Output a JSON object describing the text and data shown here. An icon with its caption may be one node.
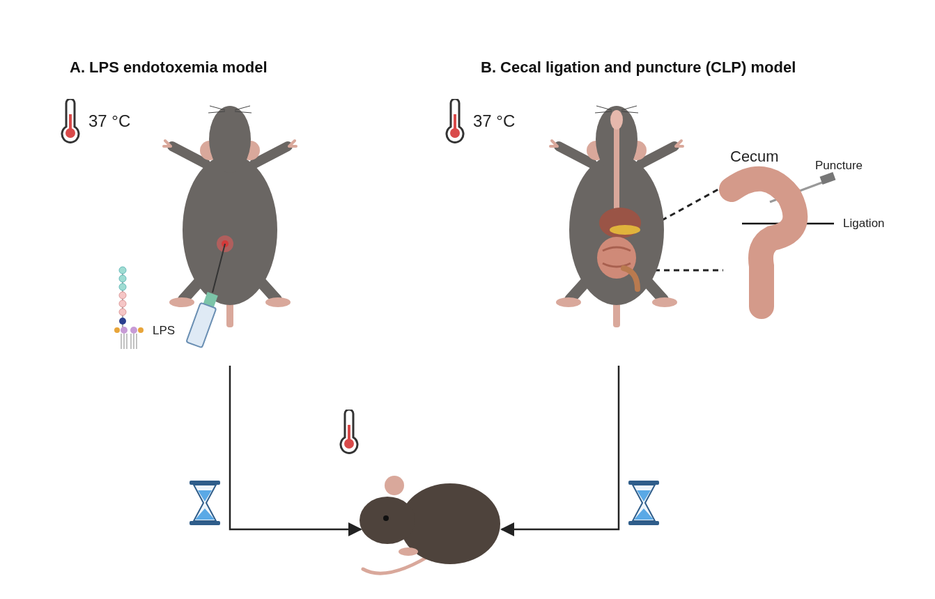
{
  "diagram": {
    "nodes": [
      {
        "text": [],
        "shape": "picture"
      },
      {
        "text": [],
        "shape": "picture"
      },
      {
        "text": [],
        "shape": "picture",
        "in": 1
      },
      {
        "text": [
          "Cecum"
        ]
      },
      {
        "text": [],
        "shape": "picture"
      }
    ],
    "edges": [
      {
        "from": 0,
        "to": 4,
        "arrow": "to"
      },
      {
        "from": 1,
        "to": 4,
        "arrow": "to"
      },
      {
        "from": 2,
        "to": 3,
        "arrow": "none",
        "style": "dashed"
      },
      {
        "from": 2,
        "to": 3,
        "arrow": "none",
        "style": "dashed"
      }
    ],
    "labels": [
      "A. LPS endotoxemia model",
      "B. Cecal ligation and puncture (CLP) model",
      "37 °C",
      "37 °C",
      "Puncture",
      "Ligation",
      "LPS"
    ]
  }
}
